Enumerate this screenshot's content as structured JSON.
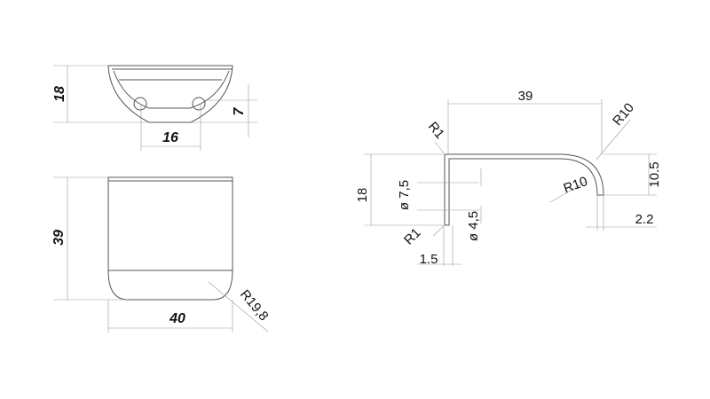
{
  "top_view": {
    "height_dim": "18",
    "hole_offset_dim": "7",
    "hole_spacing_dim": "16"
  },
  "front_view": {
    "height_dim": "39",
    "width_dim": "40",
    "radius_dim": "R19,8"
  },
  "side_view": {
    "length_dim": "39",
    "height_dim": "18",
    "outer_radius": "R10",
    "inner_radius": "R10",
    "corner_radius_top": "R1",
    "corner_radius_bottom": "R1",
    "counterbore_dia": "ø 7,5",
    "hole_dia": "ø 4,5",
    "thickness_dim": "1.5",
    "lip_height_dim": "10.5",
    "lip_thickness_dim": "2.2"
  }
}
